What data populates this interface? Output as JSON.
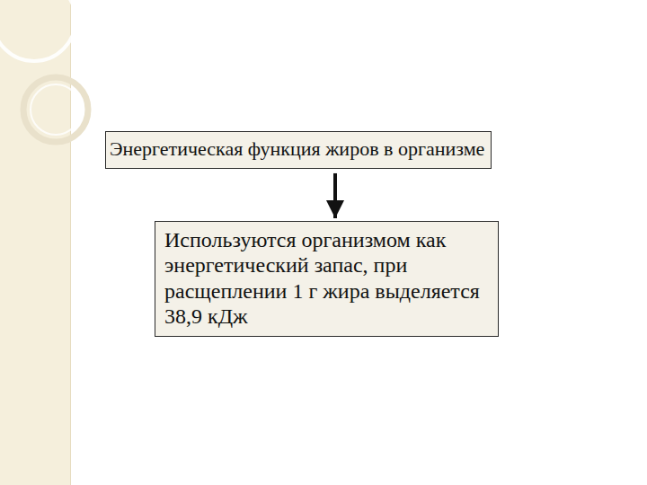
{
  "diagram": {
    "nodes": [
      {
        "text": [
          "Энергетическая функция жиров в организме"
        ]
      },
      {
        "text": [
          "Используются организмом как энергетический запас, при расщеплении 1 г жира выделяется 38,9 кДж"
        ]
      }
    ],
    "edges": [
      {
        "from": 0,
        "to": 1,
        "arrow": "to"
      }
    ]
  }
}
